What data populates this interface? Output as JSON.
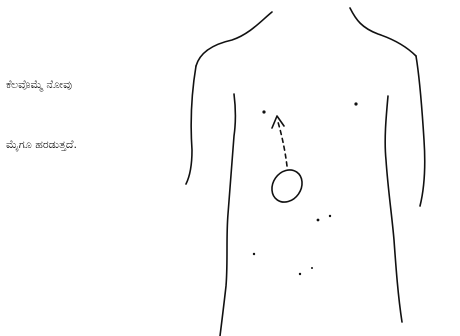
{
  "caption": {
    "line1": "ಕೆಲವೊಮ್ಮೆ ನೋವು",
    "line2": "ಮೈಗೂ ಹರಡುತ್ತದೆ."
  },
  "figure": {
    "subject": "human torso outline",
    "marks": [
      "pain-spot",
      "spread-arrow"
    ],
    "ink_color": "#111111",
    "background": "#ffffff"
  }
}
